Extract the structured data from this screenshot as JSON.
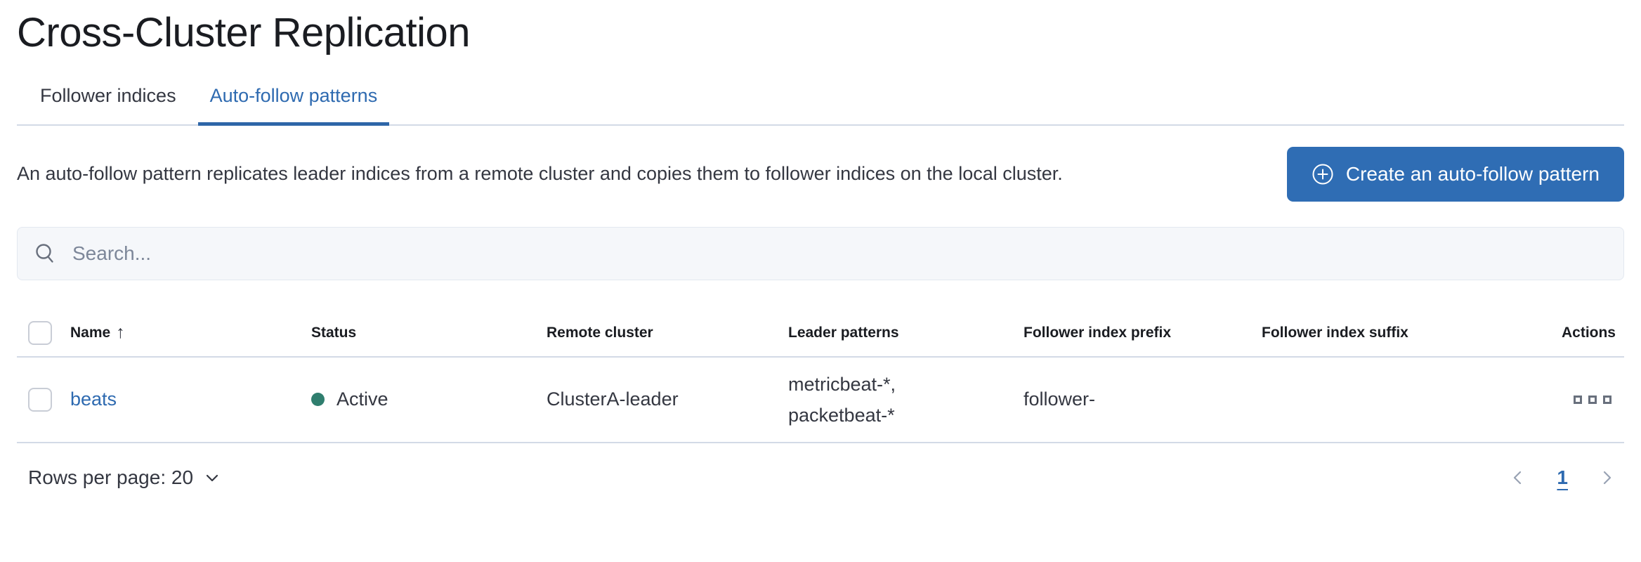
{
  "page": {
    "title": "Cross-Cluster Replication"
  },
  "tabs": [
    {
      "label": "Follower indices",
      "active": false
    },
    {
      "label": "Auto-follow patterns",
      "active": true
    }
  ],
  "intro": {
    "description": "An auto-follow pattern replicates leader indices from a remote cluster and copies them to follower indices on the local cluster."
  },
  "toolbar": {
    "create_button_label": "Create an auto-follow pattern"
  },
  "search": {
    "placeholder": "Search...",
    "value": ""
  },
  "table": {
    "columns": {
      "name": "Name",
      "status": "Status",
      "remote_cluster": "Remote cluster",
      "leader_patterns": "Leader patterns",
      "follower_index_prefix": "Follower index prefix",
      "follower_index_suffix": "Follower index suffix",
      "actions": "Actions"
    },
    "sort": {
      "column": "Name",
      "direction": "ascending",
      "arrow": "↑"
    },
    "rows": [
      {
        "name": "beats",
        "status": "Active",
        "remote_cluster": "ClusterA-leader",
        "leader_patterns_line1": "metricbeat-*,",
        "leader_patterns_line2": "packetbeat-*",
        "follower_index_prefix": "follower-",
        "follower_index_suffix": ""
      }
    ]
  },
  "footer": {
    "rows_per_page_label": "Rows per page: 20",
    "current_page": "1"
  },
  "colors": {
    "accent_blue": "#2e6ab0",
    "button_blue": "#2f6db4",
    "status_active_green": "#2f7e6e",
    "border_gray": "#d3dae6",
    "icon_gray": "#69707d"
  }
}
